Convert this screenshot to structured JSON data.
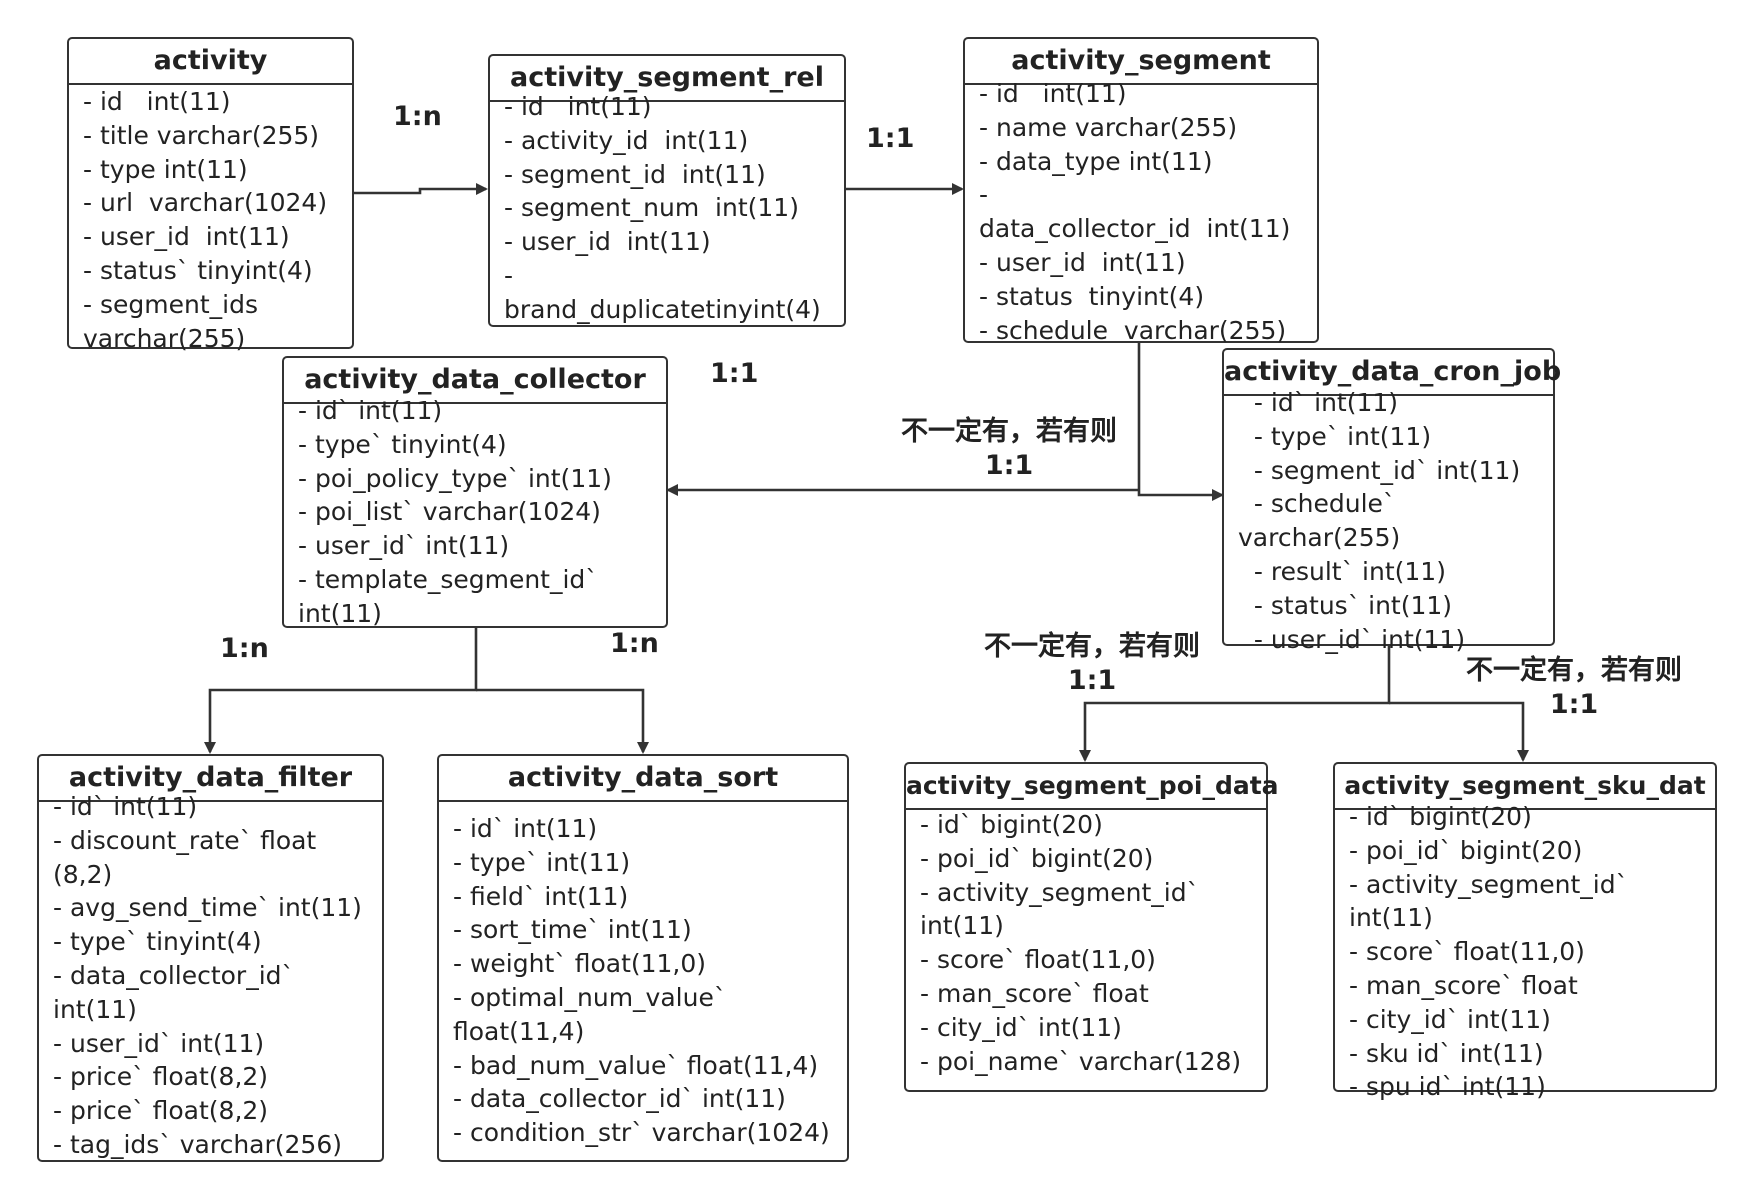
{
  "entities": {
    "activity": {
      "title": "activity",
      "fields": [
        "- id   int(11)",
        "- title varchar(255)",
        "- type int(11)",
        "- url  varchar(1024)",
        "- user_id  int(11)",
        "- status` tinyint(4)",
        "- segment_ids",
        "varchar(255)"
      ]
    },
    "activity_segment_rel": {
      "title": "activity_segment_rel",
      "fields": [
        "- id   int(11)",
        "- activity_id  int(11)",
        "- segment_id  int(11)",
        "- segment_num  int(11)",
        "- user_id  int(11)",
        "-",
        "brand_duplicatetinyint(4)"
      ]
    },
    "activity_segment": {
      "title": "activity_segment",
      "fields": [
        "- id   int(11)",
        "- name varchar(255)",
        "- data_type int(11)",
        "-",
        "data_collector_id  int(11)",
        "- user_id  int(11)",
        "- status  tinyint(4)",
        "- schedule  varchar(255)"
      ]
    },
    "activity_data_collector": {
      "title": "activity_data_collector",
      "fields": [
        "- id` int(11)",
        "- type` tinyint(4)",
        "- poi_policy_type` int(11)",
        "- poi_list` varchar(1024)",
        "- user_id` int(11)",
        "- template_segment_id`",
        "int(11)"
      ]
    },
    "activity_data_cron_job": {
      "title": "activity_data_cron_job",
      "fields": [
        "  - id` int(11)",
        "  - type` int(11)",
        "  - segment_id` int(11)",
        "  - schedule`",
        "varchar(255)",
        "  - result` int(11)",
        "  - status` int(11)",
        "  - user_id` int(11)"
      ]
    },
    "activity_data_filter": {
      "title": "activity_data_filter",
      "fields": [
        "- id` int(11)",
        "- discount_rate` float",
        "(8,2)",
        "- avg_send_time` int(11)",
        "- type` tinyint(4)",
        "- data_collector_id`",
        "int(11)",
        "- user_id` int(11)",
        "- price` float(8,2)",
        "- price` float(8,2)",
        "- tag_ids` varchar(256)"
      ]
    },
    "activity_data_sort": {
      "title": "activity_data_sort",
      "fields": [
        "- id` int(11)",
        "- type` int(11)",
        "- field` int(11)",
        "- sort_time` int(11)",
        "- weight` float(11,0)",
        "- optimal_num_value`",
        "float(11,4)",
        "- bad_num_value` float(11,4)",
        "- data_collector_id` int(11)",
        "- condition_str` varchar(1024)"
      ]
    },
    "activity_segment_poi_data": {
      "title": "activity_segment_poi_data",
      "fields": [
        "- id` bigint(20)",
        "- poi_id` bigint(20)",
        "- activity_segment_id`",
        "int(11)",
        "- score` float(11,0)",
        "- man_score` float",
        "- city_id` int(11)",
        "- poi_name` varchar(128)"
      ]
    },
    "activity_segment_sku_data": {
      "title": "activity_segment_sku_dat",
      "fields": [
        "- id` bigint(20)",
        "- poi_id` bigint(20)",
        "- activity_segment_id`",
        "int(11)",
        "- score` float(11,0)",
        "- man_score` float",
        "- city_id` int(11)",
        "- sku id` int(11)",
        "- spu id` int(11)"
      ]
    }
  },
  "relations": {
    "activity_to_rel": "1:n",
    "rel_to_segment": "1:1",
    "collector_mid": "1:1",
    "segment_to_collector_line1": "不一定有，若有则",
    "segment_to_collector_line2": "1:1",
    "collector_to_filter": "1:n",
    "collector_to_sort": "1:n",
    "cron_to_poi_line1": "不一定有，若有则",
    "cron_to_poi_line2": "1:1",
    "cron_to_sku_line1": "不一定有，若有则",
    "cron_to_sku_line2": "1:1"
  }
}
